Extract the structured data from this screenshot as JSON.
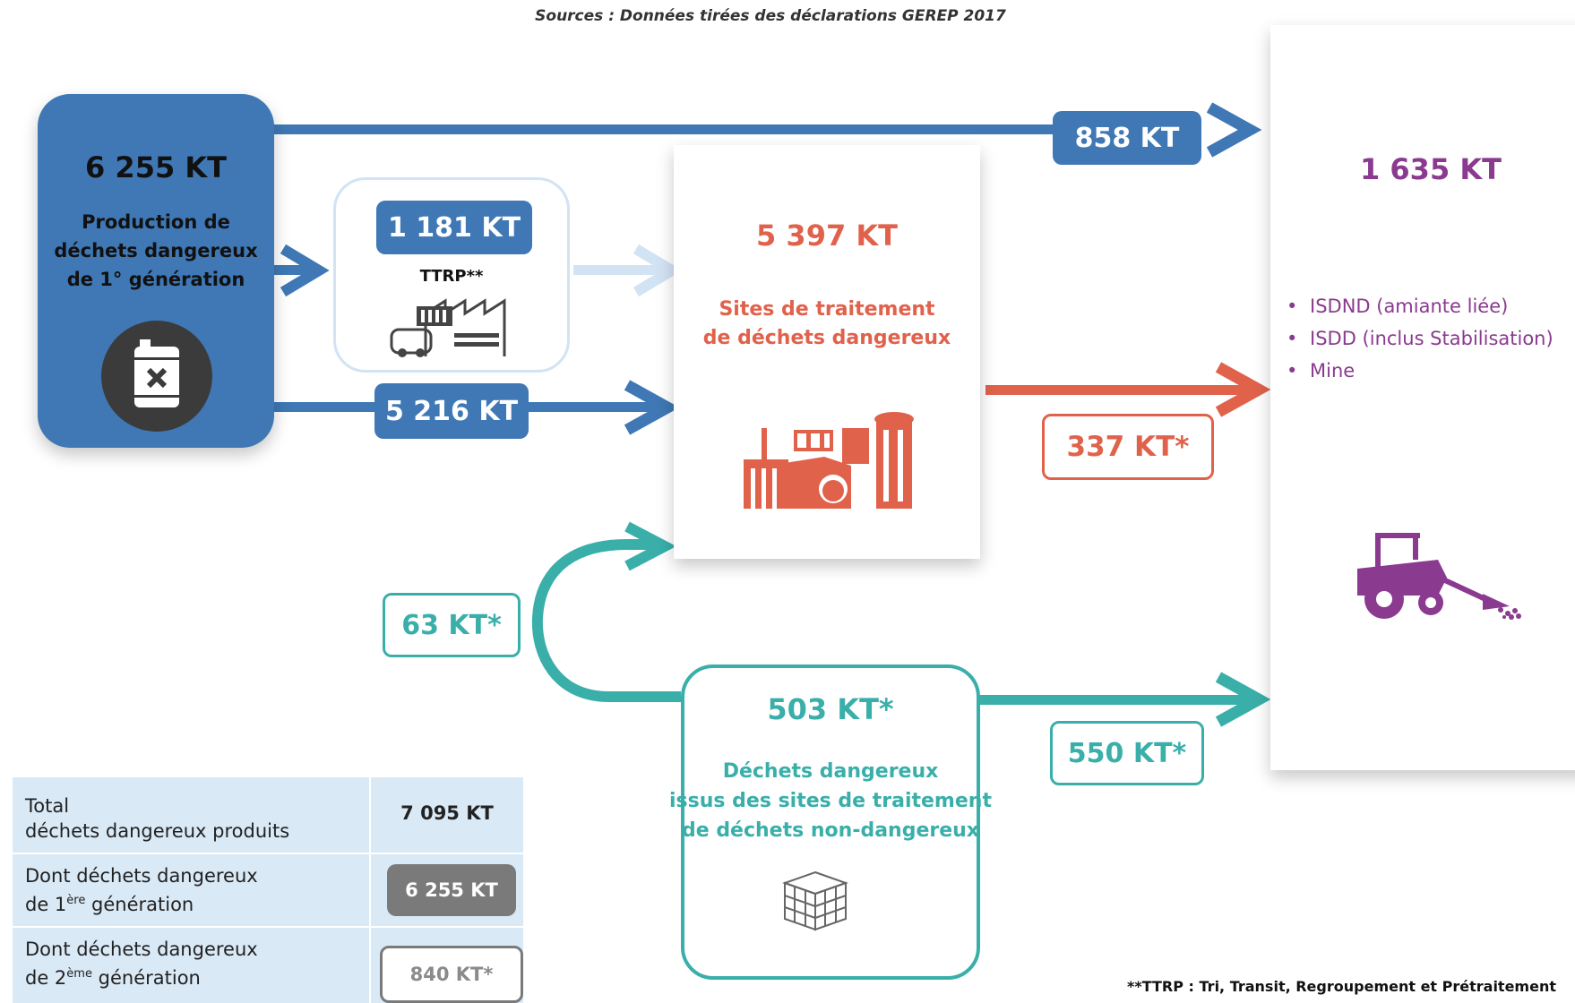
{
  "header": {
    "sources": "Sources : Données tirées des déclarations GEREP 2017"
  },
  "colors": {
    "blue": "#3f78b5",
    "orange": "#e0624b",
    "teal": "#3aafaa",
    "purple": "#8a3a8f",
    "lightblue": "#d2e3f3",
    "gray_badge": "#7a7a7a",
    "table_bg": "#d9e9f6"
  },
  "production": {
    "amount": "6 255 KT",
    "label_line1": "Production de",
    "label_line2": "déchets dangereux",
    "label_line3": "de 1° génération",
    "icon": "hazardous-barrel-icon"
  },
  "ttrp": {
    "amount": "1 181 KT",
    "label": "TTRP**",
    "icon": "sorting-facility-icon"
  },
  "flows": {
    "direct_to_storage": "858 KT",
    "to_treatment": "5 216 KT",
    "treatment_to_storage": "337 KT*",
    "recycle_to_treatment": "63 KT*",
    "nondangerous_to_storage": "550 KT*"
  },
  "treatment": {
    "amount": "5 397 KT",
    "label_line1": "Sites de traitement",
    "label_line2": "de déchets dangereux",
    "icon": "treatment-plant-icon"
  },
  "secondary": {
    "amount": "503 KT*",
    "label_line1": "Déchets dangereux",
    "label_line2": "issus des sites de traitement",
    "label_line3": "de déchets non-dangereux",
    "icon": "waste-cubes-icon"
  },
  "storage": {
    "amount": "1 635 KT",
    "items": [
      "ISDND (amiante liée)",
      "ISDD (inclus Stabilisation)",
      "Mine"
    ],
    "icon": "loader-tractor-icon"
  },
  "summary_table": {
    "rows": [
      {
        "label_line1": "Total",
        "label_line2": "déchets dangereux produits",
        "value": "7 095 KT"
      },
      {
        "label_line1": "Dont déchets dangereux",
        "label_line2a": "de 1",
        "sup": "ère",
        "label_line2b": " génération",
        "value": "6 255 KT"
      },
      {
        "label_line1": "Dont  déchets dangereux",
        "label_line2a": "de 2",
        "sup": "ème",
        "label_line2b": " génération",
        "value": "840 KT*"
      }
    ]
  },
  "footnote": "**TTRP : Tri, Transit, Regroupement et Prétraitement"
}
